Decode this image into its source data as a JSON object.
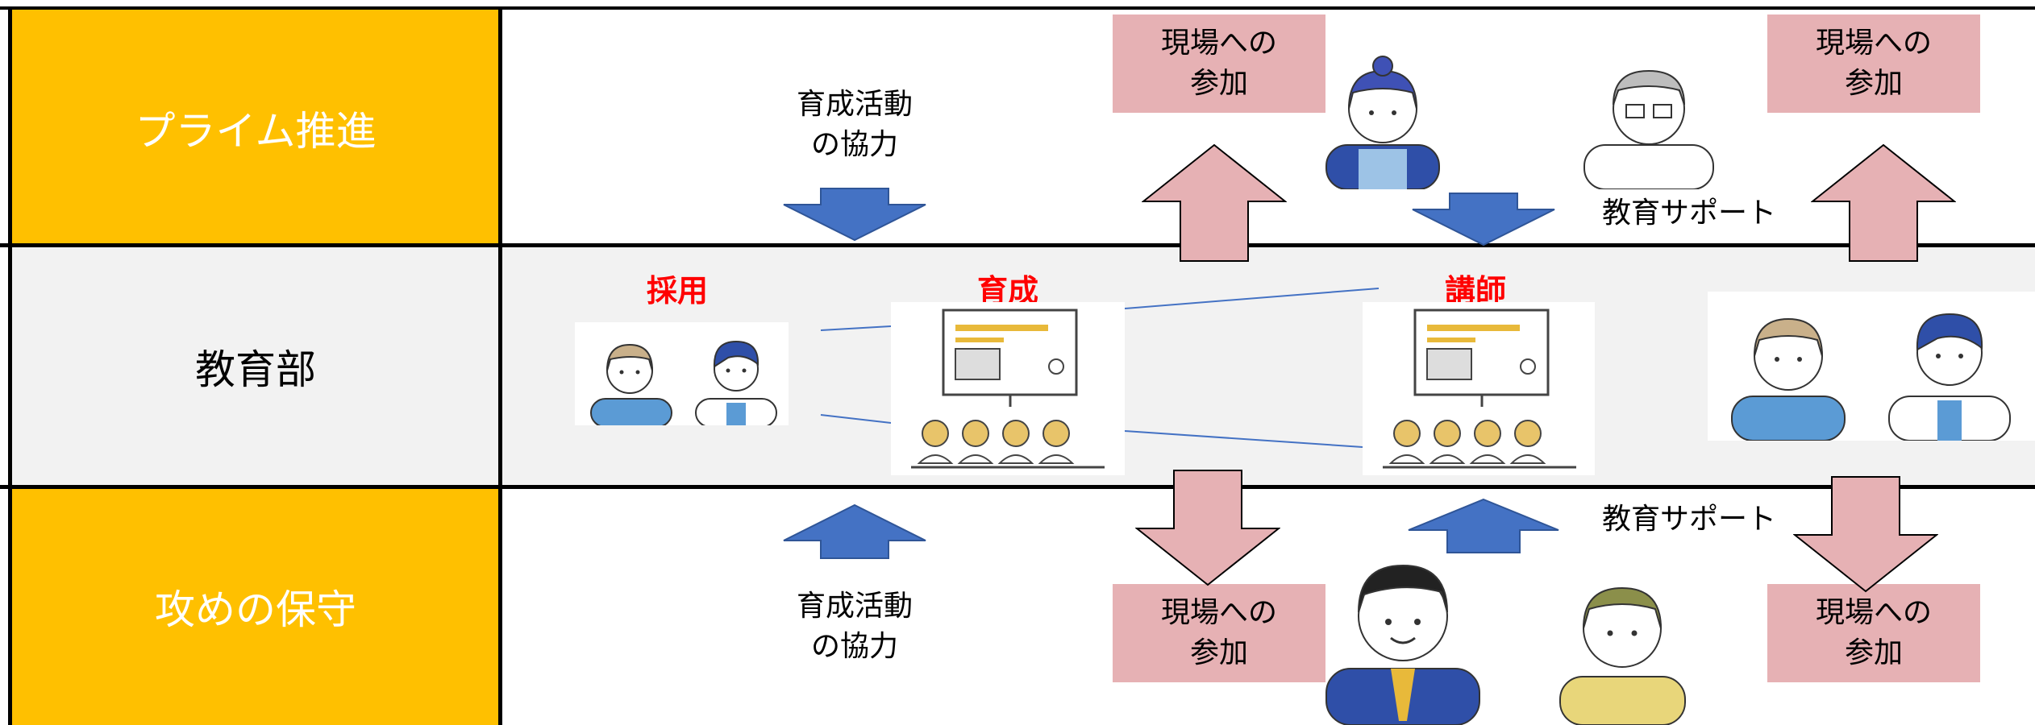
{
  "rows": {
    "top_label": "プライム推進",
    "middle_label": "教育部",
    "bottom_label": "攻めの保守"
  },
  "texts": {
    "cooperate_top": "育成活動\nの協力",
    "cooperate_bottom": "育成活動\nの協力",
    "support_top": "教育サポート",
    "support_bottom": "教育サポート"
  },
  "pink_boxes": {
    "top_left": "現場への\n参加",
    "top_right": "現場への\n参加",
    "bottom_left": "現場への\n参加",
    "bottom_right": "現場への\n参加"
  },
  "stages": {
    "recruit": "採用",
    "train": "育成",
    "instructor": "講師"
  },
  "colors": {
    "row_gold": "#FFC000",
    "row_grey": "#F2F2F2",
    "blue_arrow": "#4472C4",
    "pink_arrow": "#E6B1B4",
    "stage_label": "#FF0000"
  },
  "icons": [
    "arrow-down-icon",
    "arrow-up-icon",
    "person-icon",
    "classroom-icon"
  ]
}
